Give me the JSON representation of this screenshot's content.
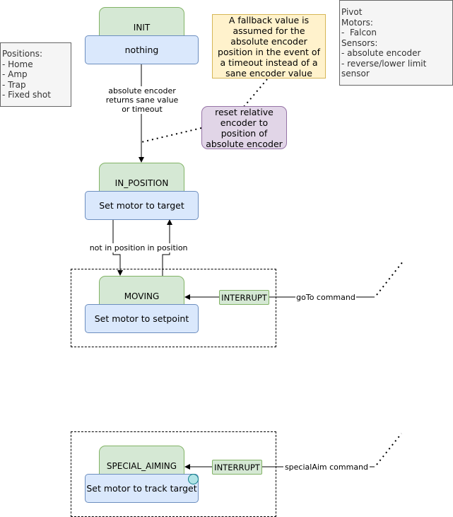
{
  "notes": {
    "positions": "Positions:\n- Home\n- Amp\n- Trap\n- Fixed shot",
    "pivot": "Pivot\nMotors:\n-  Falcon\nSensors:\n- absolute encoder\n- reverse/lower limit\nsensor",
    "fallback": "A fallback value is assumed for the absolute encoder position in the event of a timeout instead of a sane encoder value",
    "reset": "reset relative encoder to position of absolute encoder"
  },
  "states": {
    "init": {
      "name": "INIT",
      "action": "nothing"
    },
    "in_position": {
      "name": "IN_POSITION",
      "action": "Set motor to target"
    },
    "moving": {
      "name": "MOVING",
      "action": "Set motor to setpoint"
    },
    "special_aiming": {
      "name": "SPECIAL_AIMING",
      "action": "Set motor to track target"
    }
  },
  "transitions": {
    "init_to_in_position": "absolute encoder\nreturns sane value\nor timeout",
    "not_in_position": "not in position",
    "in_position": "in position",
    "goto_command": "goTo command",
    "special_aim_command": "specialAim command"
  },
  "interrupts": {
    "moving": "INTERRUPT",
    "special_aiming": "INTERRUPT"
  },
  "colors": {
    "state_tab_fill": "#d5e8d4",
    "state_body_fill": "#dae8fc",
    "note_fill": "#f5f5f5",
    "fallback_fill": "#fff2cc",
    "reset_fill": "#e1d5e7",
    "marker_fill": "#b0e3e6"
  }
}
